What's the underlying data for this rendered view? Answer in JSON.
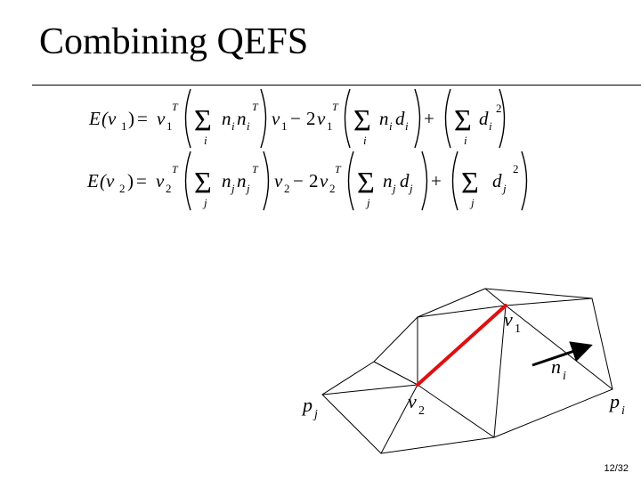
{
  "slide": {
    "title": "Combining QEFS",
    "page_number": "12/32"
  },
  "equations": [
    {
      "lhs_E": "E",
      "lhs_arg": "(v",
      "lhs_arg_sub": "1",
      "lhs_close": ")",
      "eq": "=",
      "v": "v",
      "v_sub": "1",
      "T": "T",
      "sum": "Σ",
      "sum_index": "i",
      "n1": "n",
      "n1_sub": "i",
      "n2": "n",
      "n2_sub": "i",
      "minus": "−",
      "two": "2",
      "n3": "n",
      "n3_sub": "i",
      "d": "d",
      "d_sub": "i",
      "plus": "+",
      "sq": "2"
    },
    {
      "lhs_E": "E",
      "lhs_arg": "(v",
      "lhs_arg_sub": "2",
      "lhs_close": ")",
      "eq": "=",
      "v": "v",
      "v_sub": "2",
      "T": "T",
      "sum": "Σ",
      "sum_index": "j",
      "n1": "n",
      "n1_sub": "j",
      "n2": "n",
      "n2_sub": "j",
      "minus": "−",
      "two": "2",
      "n3": "n",
      "n3_sub": "j",
      "d": "d",
      "d_sub": "j",
      "plus": "+",
      "sq": "2"
    }
  ],
  "diagram": {
    "labels": {
      "v1": "v",
      "v1_sub": "1",
      "v2": "v",
      "v2_sub": "2",
      "ni": "n",
      "ni_sub": "i",
      "pi": "p",
      "pi_sub": "i",
      "pj": "p",
      "pj_sub": "j"
    },
    "colors": {
      "edge": "#000000",
      "collapsed_edge": "#dd1111",
      "normal_arrow": "#000000"
    }
  }
}
